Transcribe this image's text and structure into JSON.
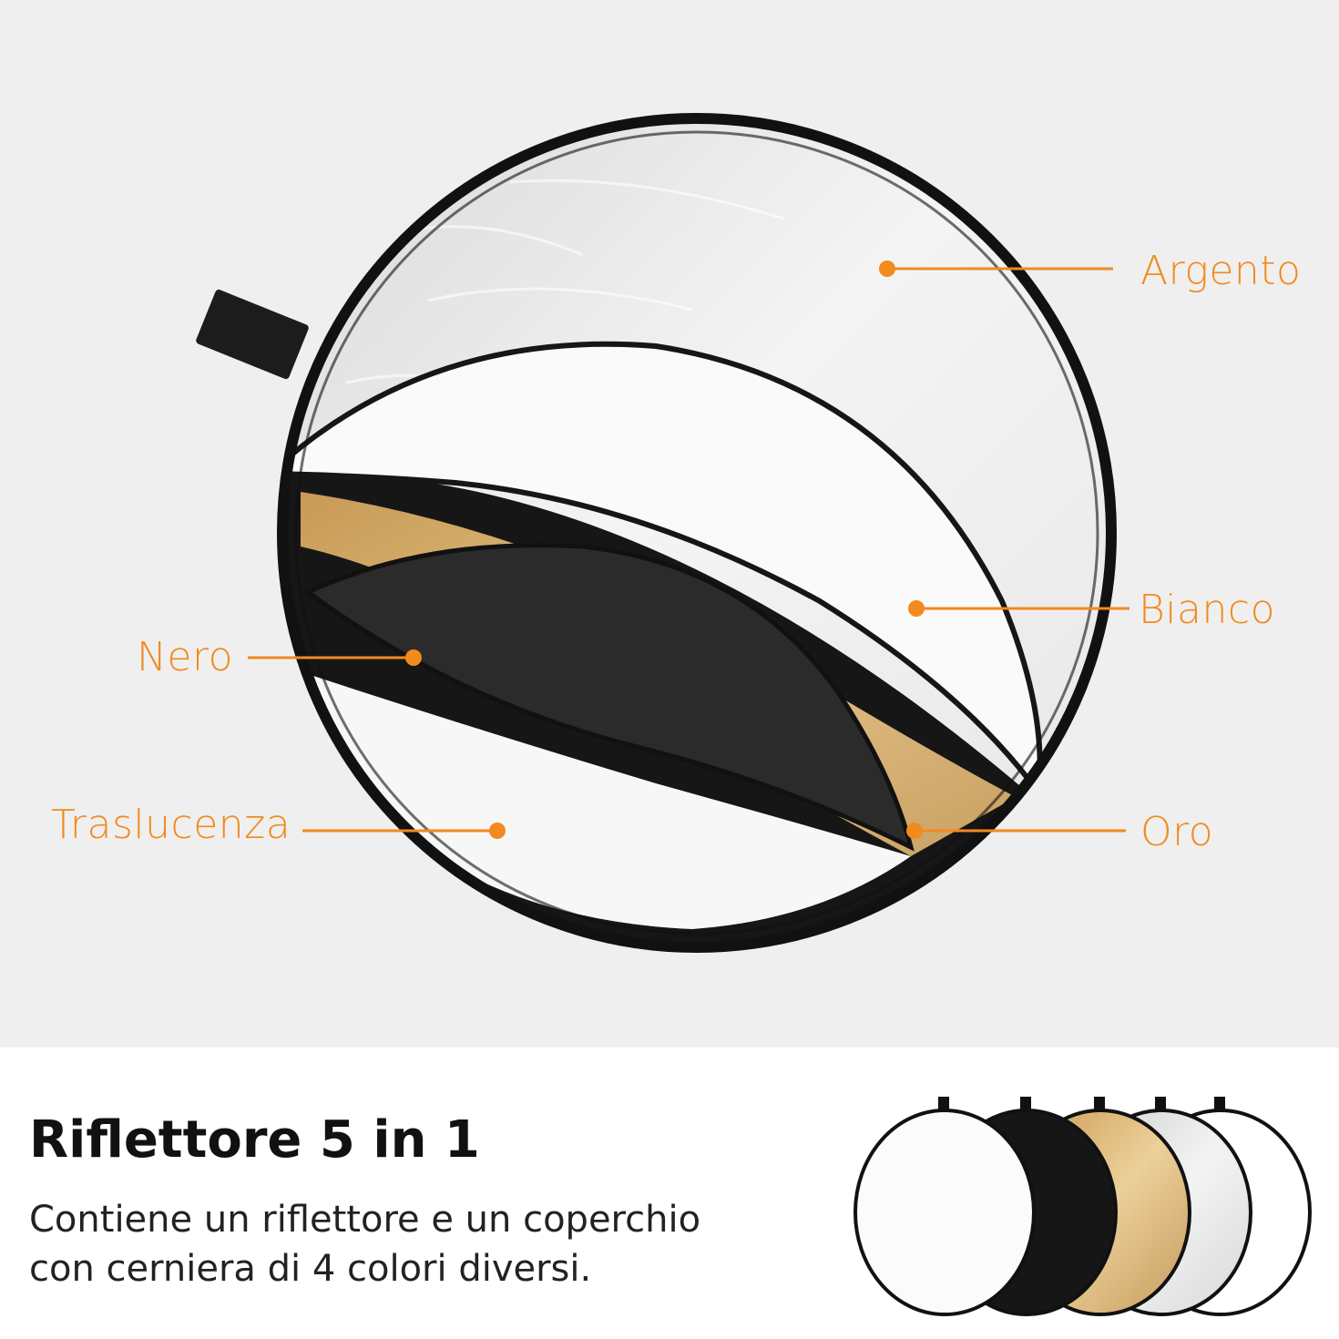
{
  "callouts": {
    "argento": "Argento",
    "bianco": "Bianco",
    "nero": "Nero",
    "traslucenza": "Traslucenza",
    "oro": "Oro"
  },
  "product": {
    "title": "Riflettore 5 in 1",
    "description_line1": "Contiene un riflettore e un coperchio",
    "description_line2": "con cerniera di 4 colori diversi."
  },
  "colors": {
    "accent": "#f28a1e",
    "silver": "#f2f2f2",
    "white": "#fafafa",
    "black": "#2b2b2b",
    "gold": "#d9b070",
    "background": "#efefef"
  }
}
